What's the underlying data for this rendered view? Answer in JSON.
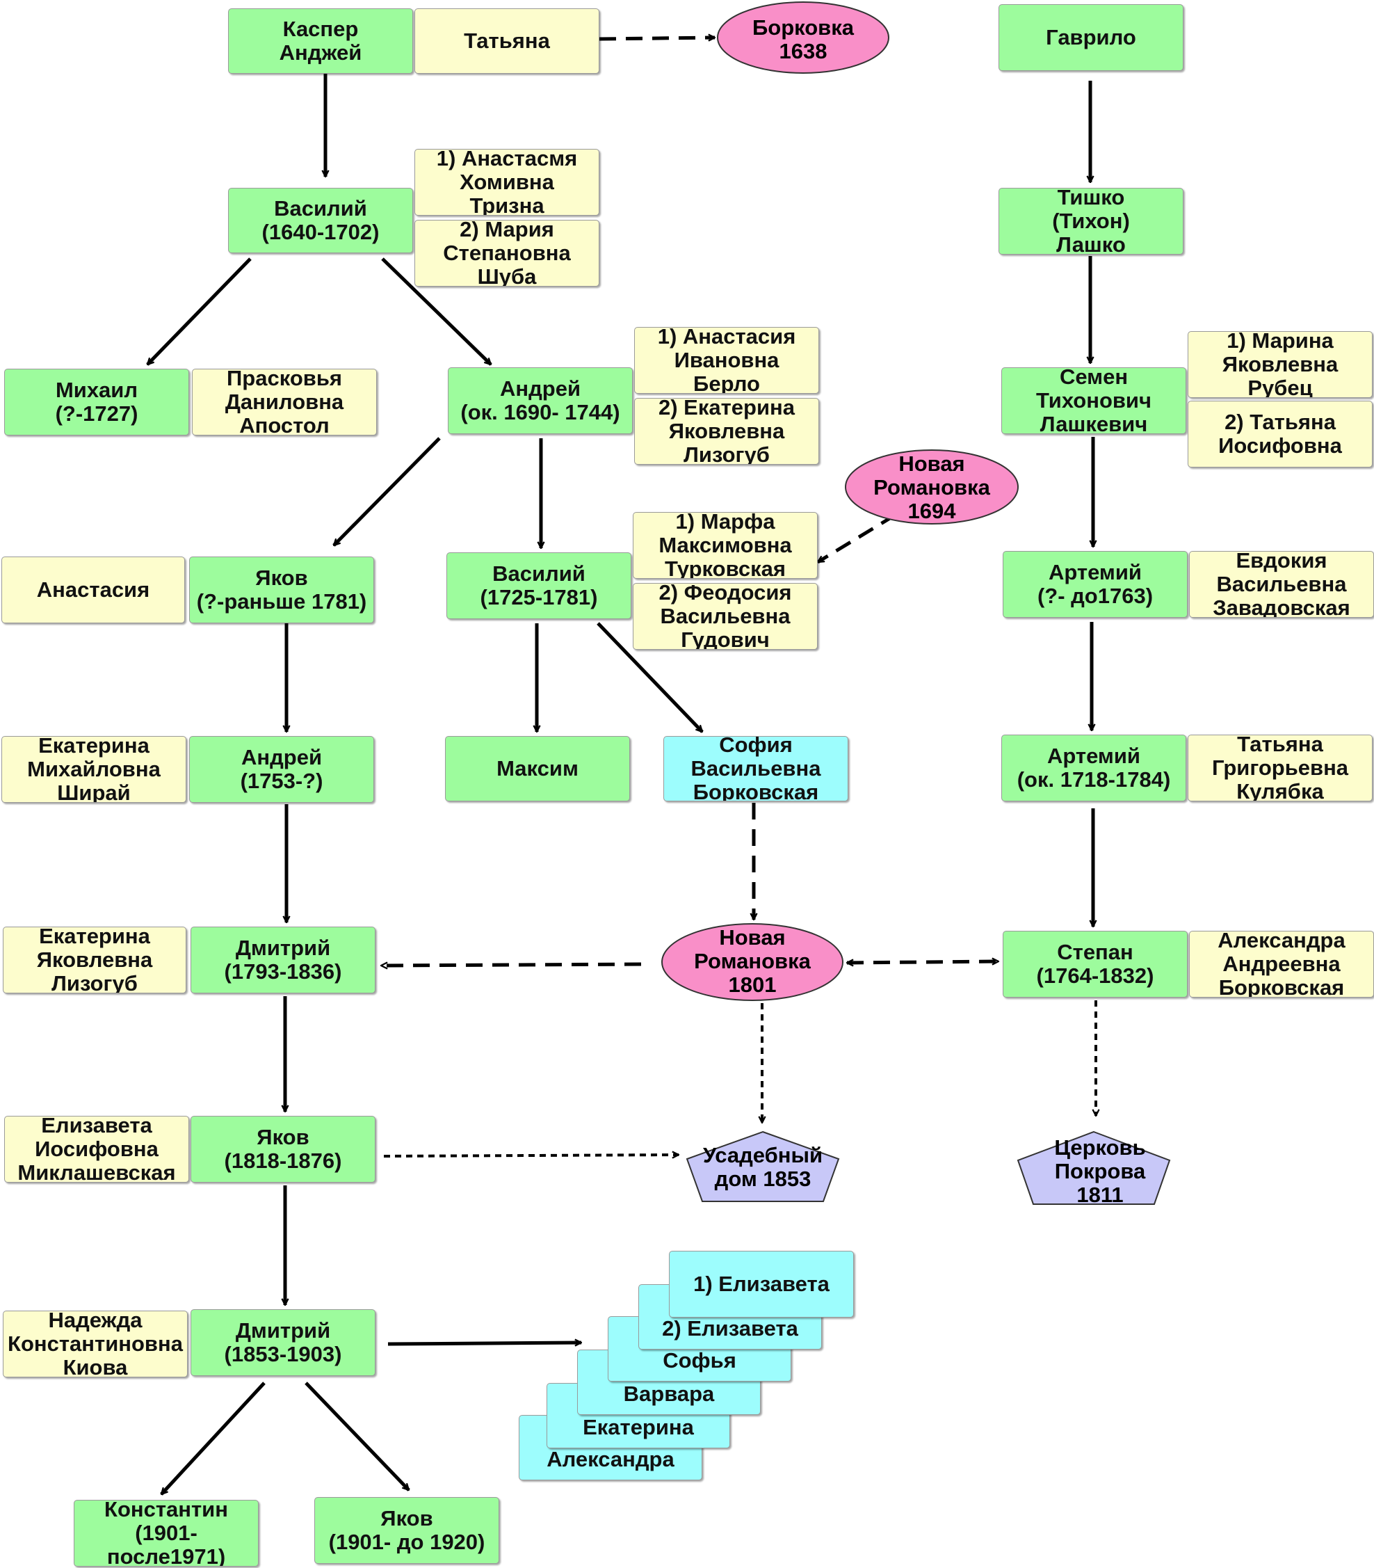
{
  "people": {
    "kasper": "Каспер\nАнджей",
    "gavrilo": "Гаврило",
    "vasiliy1": "Василий\n(1640-1702)",
    "tishko": "Тишко\n(Тихон)\nЛашко",
    "mikhail": "Михаил\n(?-1727)",
    "andrey1": "Андрей\n(ок. 1690- 1744)",
    "semen": "Семен\nТихонович\nЛашкевич",
    "yakov1": "Яков\n(?-раньше 1781)",
    "vasiliy2": "Василий\n(1725-1781)",
    "artemiy1": "Артемий\n(?- до1763)",
    "andrey2": "Андрей\n(1753-?)",
    "maksim": "Максим",
    "artemiy2": "Артемий\n(ок. 1718-1784)",
    "dmitriy1": "Дмитрий\n(1793-1836)",
    "stepan": "Степан\n(1764-1832)",
    "yakov2": "Яков\n(1818-1876)",
    "dmitriy2": "Дмитрий\n(1853-1903)",
    "konstantin": "Константин\n(1901- после1971)",
    "yakov3": "Яков\n(1901- до 1920)"
  },
  "spouses": {
    "tatyana1": "Татьяна",
    "anastasia1": "1) Анастасмя\nХомивна\nТризна",
    "maria": "2) Мария\nСтепановна\nШуба",
    "praskovya": "Прасковья\nДаниловна\nАпостол",
    "anastasia2": "1) Анастасия\nИвановна\nБерло",
    "ekaterina1": "2) Екатерина\nЯковлевна\nЛизогуб",
    "marina": "1) Марина\nЯковлевна\nРубец",
    "tatyana2": "2) Татьяна\nИосифовна",
    "anastasia3": "Анастасия",
    "marfa": "1) Марфа\nМаксимовна\nТурковская",
    "feodosia": "2) Феодосия\nВасильевна\nГудович",
    "evdokia": "Евдокия\nВасильевна\nЗавадовская",
    "ekaterina2": "Екатерина\nМихайловна\nШирай",
    "tatyana3": "Татьяна\nГригорьевна\nКулябка",
    "ekaterina3": "Екатерина\nЯковлевна\nЛизогуб",
    "aleksandra1": "Александра\nАндреевна\nБорковская",
    "elizaveta": "Елизавета\nИосифовна\nМиклашевская",
    "nadezhda": "Надежда\nКонстантиновна\nКиова"
  },
  "daughters": {
    "sofia": "София\nВасильевна\nБорковская",
    "elizaveta1": "1) Елизавета",
    "elizaveta2": "2) Елизавета",
    "sofya": "Софья",
    "varvara": "Варвара",
    "ekaterina": "Екатерина",
    "aleksandra": "Александра"
  },
  "places": {
    "borkovka": [
      "Борковка",
      "1638"
    ],
    "romanovka1694": [
      "Новая",
      "Романовка",
      "1694"
    ],
    "romanovka1801": [
      "Новая",
      "Романовка",
      "1801"
    ],
    "manor": [
      "Усадебный",
      "дом 1853"
    ],
    "church": [
      "Церковь",
      "Покрова",
      "1811"
    ]
  },
  "colors": {
    "person": "#9dfc9d",
    "spouse": "#fdfdcd",
    "daughter": "#9dfdfd",
    "settlement": "#f98fc8",
    "building": "#c8c8f8",
    "edge": "#000000"
  }
}
